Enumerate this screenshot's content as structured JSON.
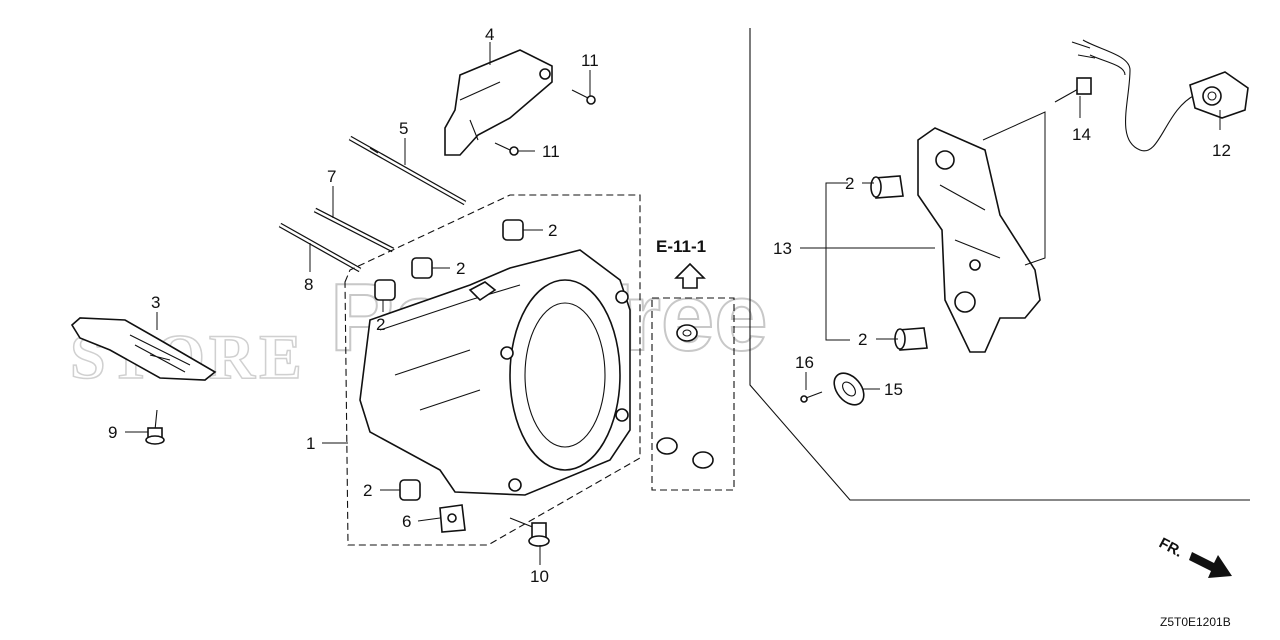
{
  "diagram": {
    "reference": "E-11-1",
    "direction_label": "FR.",
    "drawing_code": "Z5T0E1201B",
    "watermark": "PartsTree",
    "callouts": {
      "c1": "1",
      "c2a": "2",
      "c2b": "2",
      "c2c": "2",
      "c2d": "2",
      "c2e": "2",
      "c2f": "2",
      "c3": "3",
      "c4": "4",
      "c5": "5",
      "c6": "6",
      "c7": "7",
      "c8": "8",
      "c9": "9",
      "c10": "10",
      "c11a": "11",
      "c11b": "11",
      "c12": "12",
      "c13": "13",
      "c14": "14",
      "c15": "15",
      "c16": "16"
    }
  }
}
